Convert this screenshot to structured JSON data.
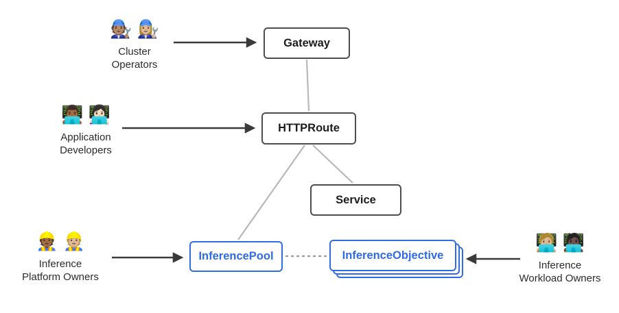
{
  "colors": {
    "node_border": "#4d4d4d",
    "node_text": "#1c1c1c",
    "accent_blue": "#2e6be6",
    "wire_gray": "#b8b8b8",
    "dot_gray": "#9e9e9e",
    "arrow_dark": "#3a3a3a",
    "background": "#ffffff"
  },
  "diagram": {
    "nodes": [
      {
        "id": "gateway",
        "label": "Gateway",
        "style": "standard"
      },
      {
        "id": "httproute",
        "label": "HTTPRoute",
        "style": "standard"
      },
      {
        "id": "service",
        "label": "Service",
        "style": "standard"
      },
      {
        "id": "inference-pool",
        "label": "InferencePool",
        "style": "accent"
      },
      {
        "id": "inference-objective",
        "label": "InferenceObjective",
        "style": "accent-stacked"
      }
    ],
    "actors": [
      {
        "id": "cluster-operators",
        "label": "Cluster\nOperators",
        "icon": "🧑🏽‍🔧 👩🏼‍🔧",
        "points_to": "Gateway"
      },
      {
        "id": "application-developers",
        "label": "Application\nDevelopers",
        "icon": "👨🏾‍💻 👩🏻‍💻",
        "points_to": "HTTPRoute"
      },
      {
        "id": "inference-platform-owners",
        "label": "Inference\nPlatform Owners",
        "icon": "👷🏾 👷🏼",
        "points_to": "InferencePool"
      },
      {
        "id": "inference-workload-owners",
        "label": "Inference\nWorkload Owners",
        "icon": "🧑🏼‍💻 🧑🏿‍💻",
        "points_to": "InferenceObjective"
      }
    ],
    "edges": [
      {
        "from": "Gateway",
        "to": "HTTPRoute",
        "style": "solid-gray"
      },
      {
        "from": "HTTPRoute",
        "to": "Service",
        "style": "solid-gray"
      },
      {
        "from": "HTTPRoute",
        "to": "InferencePool",
        "style": "solid-gray"
      },
      {
        "from": "InferencePool",
        "to": "InferenceObjective",
        "style": "dotted-gray"
      },
      {
        "from": "Cluster Operators",
        "to": "Gateway",
        "style": "arrow-dark"
      },
      {
        "from": "Application Developers",
        "to": "HTTPRoute",
        "style": "arrow-dark"
      },
      {
        "from": "Inference Platform Owners",
        "to": "InferencePool",
        "style": "arrow-dark"
      },
      {
        "from": "Inference Workload Owners",
        "to": "InferenceObjective",
        "style": "arrow-dark"
      }
    ]
  }
}
